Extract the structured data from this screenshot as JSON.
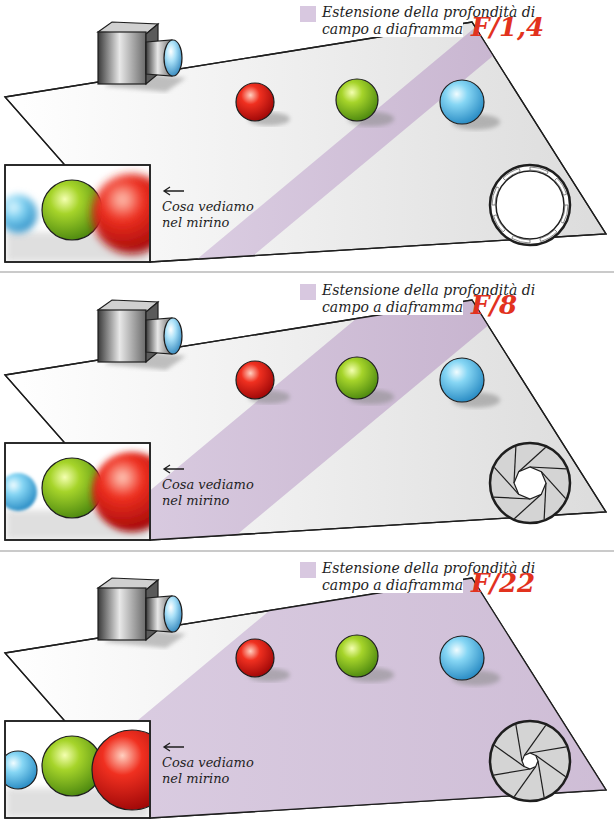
{
  "diagram": {
    "labels": [
      "F/1,4",
      "Cosa vediamo nel mirino",
      "F/8",
      "Cosa vediamo nel mirino",
      "F/22",
      "Cosa vediamo nel mirino"
    ],
    "legend": [
      {
        "text": "Estensione della profondità di campo a diaframma",
        "color": "#d8c8e0"
      },
      {
        "text": "Estensione della profondità di campo a diaframma",
        "color": "#d8c8e0"
      },
      {
        "text": "Estensione della profondità di campo a diaframma",
        "color": "#d8c8e0"
      }
    ]
  }
}
